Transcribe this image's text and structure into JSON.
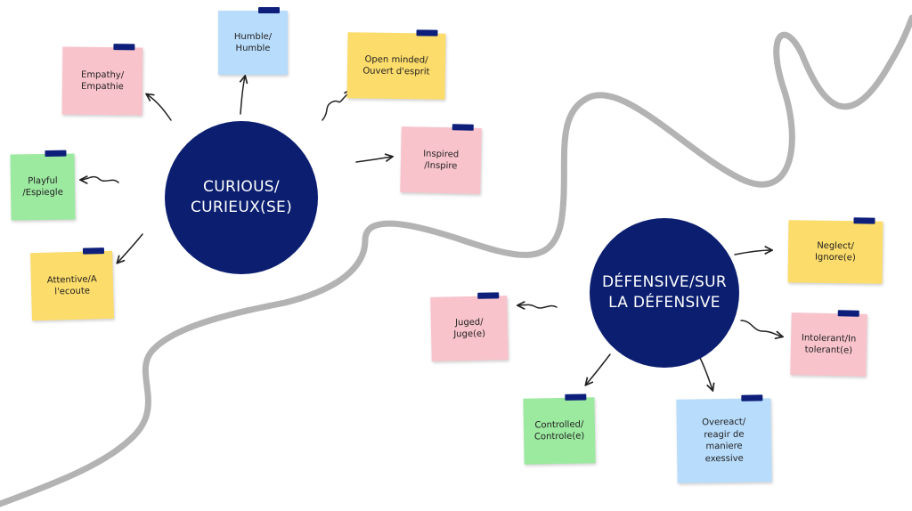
{
  "colors": {
    "hub": "#0b1e6f",
    "path": "#b3b3b3",
    "tape": "#0d1f7a",
    "note_pink": "#f8c3cb",
    "note_blue": "#b8dcfb",
    "note_yellow": "#fcdc6a",
    "note_green": "#9ce9a0"
  },
  "hubs": {
    "curious": {
      "label": "CURIOUS/\nCURIEUX(SE)"
    },
    "defensive": {
      "label": "DÉFENSIVE/SUR\nLA DÉFENSIVE"
    }
  },
  "notes": {
    "empathy": {
      "text": "Empathy/\nEmpathie",
      "color": "note_pink"
    },
    "humble": {
      "text": "Humble/\nHumble",
      "color": "note_blue"
    },
    "open_minded": {
      "text": "Open minded/\nOuvert d'esprit",
      "color": "note_yellow"
    },
    "inspired": {
      "text": "Inspired\n/Inspire",
      "color": "note_pink"
    },
    "playful": {
      "text": "Playful\n/Espiegle",
      "color": "note_green"
    },
    "attentive": {
      "text": "Attentive/A\nl'ecoute",
      "color": "note_yellow"
    },
    "neglect": {
      "text": "Neglect/\nIgnore(e)",
      "color": "note_yellow"
    },
    "judged": {
      "text": "Juged/\nJuge(e)",
      "color": "note_pink"
    },
    "intolerant": {
      "text": "Intolerant/In\ntolerant(e)",
      "color": "note_pink"
    },
    "controlled": {
      "text": "Controlled/\nControle(e)",
      "color": "note_green"
    },
    "overreact": {
      "text": "Overeact/\nreagir de\nmaniere\nexessive",
      "color": "note_blue"
    }
  }
}
